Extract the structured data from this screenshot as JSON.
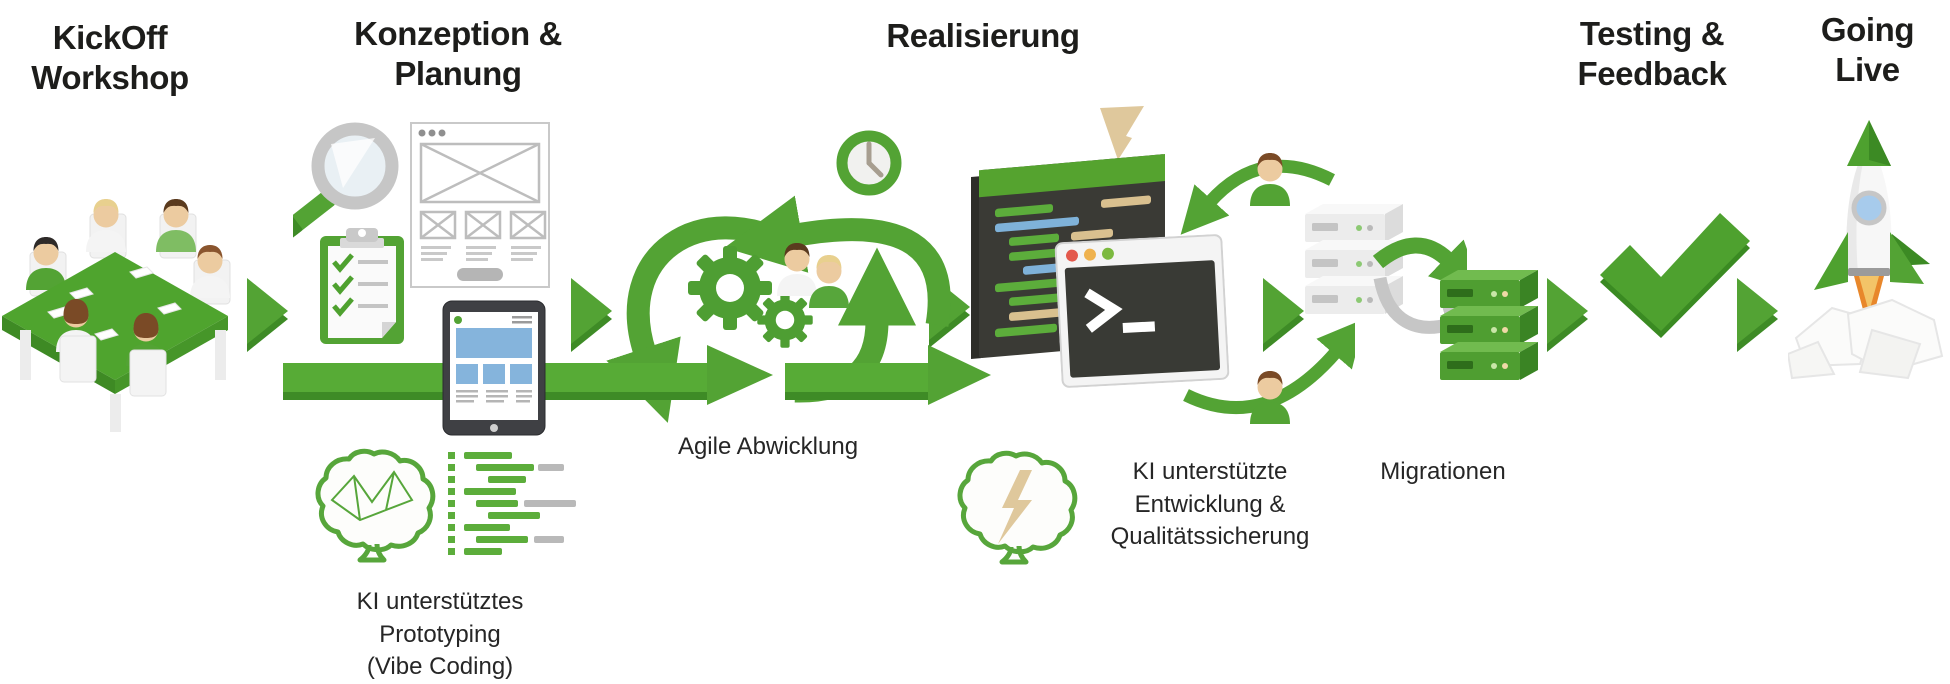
{
  "palette": {
    "green": "#53A334",
    "green_dark": "#3E8B26",
    "green_light": "#6FBC4D",
    "gray": "#C9C9C9",
    "dark_window": "#3A3A35",
    "tan": "#DFC89C",
    "blue": "#85B4DC",
    "text": "#1D1D1B"
  },
  "phases": {
    "kickoff": {
      "label": "KickOff\nWorkshop"
    },
    "konzeption": {
      "label": "Konzeption &\nPlanung"
    },
    "realisierung": {
      "label": "Realisierung"
    },
    "testing": {
      "label": "Testing &\nFeedback"
    },
    "golive": {
      "label": "Going Live"
    }
  },
  "sublabels": {
    "agile": "Agile Abwicklung",
    "prototyping": "KI unterstütztes\nPrototyping\n(Vibe Coding)",
    "ki_entwicklung": "KI unterstützte\nEntwicklung &\nQualitätssicherung",
    "migrationen": "Migrationen"
  },
  "icons": {
    "meeting-table-icon": "isometric team meeting around green table",
    "stage-arrow-icon": "green triangle arrow pointing right",
    "magnifier-icon": "magnifying glass with green handle",
    "wireframe-icon": "browser window wireframe sketch",
    "checklist-icon": "green clipboard with checkmarks",
    "tablet-icon": "tablet with responsive layout",
    "ai-brain-icon": "green polygon brain",
    "code-lines-icon": "generated code lines",
    "agile-loop-icon": "circular sprint arrows with gears and team",
    "clock-icon": "green clock",
    "code-editor-icon": "dark code editor window with green header",
    "terminal-icon": "terminal window with prompt",
    "cursor-icon": "tan pointer cursor",
    "reviewer-avatar-icon": "person avatar with green shirt",
    "feedback-cycle-icon": "curved green feedback arrows",
    "server-stack-source-icon": "white server stack",
    "server-stack-target-icon": "green server stack",
    "migration-arrows-icon": "green and gray transfer arrows",
    "ai-bolt-brain-icon": "green brain with lightning bolt",
    "checkmark-icon": "large green checkmark",
    "rocket-icon": "launching low-poly rocket"
  }
}
